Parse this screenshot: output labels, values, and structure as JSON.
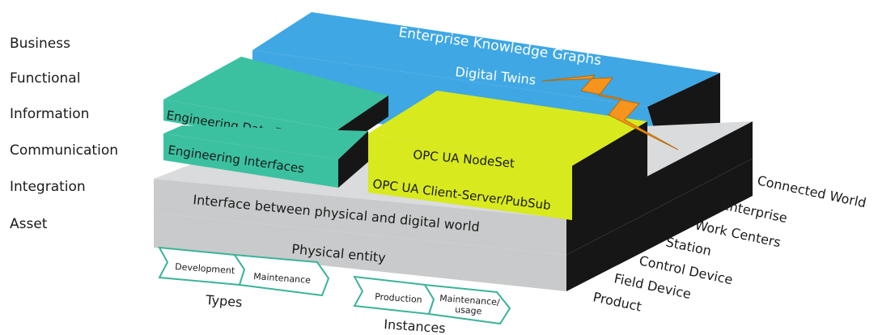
{
  "layers": [
    "Business",
    "Functional",
    "Information",
    "Communication",
    "Integration",
    "Asset"
  ],
  "blocks": {
    "enterprise_knowledge_graphs": "Enterprise Knowledge Graphs",
    "digital_twins": "Digital Twins",
    "engineering_data_formats": "Engineering Data Formats",
    "engineering_interfaces": "Engineering Interfaces",
    "opc_ua_nodeset": "OPC UA NodeSet",
    "opc_ua_client_server": "OPC UA Client-Server/PubSub",
    "interface_physical_digital": "Interface between physical and digital world",
    "physical_entity": "Physical entity"
  },
  "hierarchy": [
    "Connected World",
    "Enterprise",
    "Work Centers",
    "Station",
    "Control Device",
    "Field Device",
    "Product"
  ],
  "lifecycle": {
    "types_label": "Types",
    "types": [
      "Development",
      "Maintenance"
    ],
    "instances_label": "Instances",
    "instances_1": "Production",
    "instances_2_line1": "Maintenance/",
    "instances_2_line2": "usage"
  },
  "colors": {
    "blue": "#3fa7e4",
    "teal": "#3cc1a0",
    "yellow": "#d8e91d",
    "gray": "#c9cacb",
    "dark": "#161616",
    "lightning": "#f7941d"
  },
  "icons": [
    "lightning-icon"
  ]
}
